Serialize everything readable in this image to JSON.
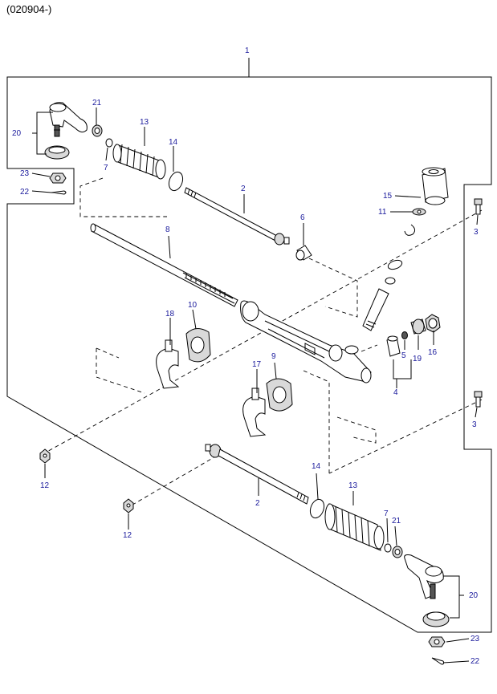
{
  "header": {
    "code": "(020904-)"
  },
  "callouts": {
    "c1": "1",
    "c2a": "2",
    "c2b": "2",
    "c3a": "3",
    "c3b": "3",
    "c4": "4",
    "c5": "5",
    "c6": "6",
    "c7a": "7",
    "c7b": "7",
    "c8": "8",
    "c9": "9",
    "c10": "10",
    "c11": "11",
    "c12a": "12",
    "c12b": "12",
    "c13a": "13",
    "c13b": "13",
    "c14a": "14",
    "c14b": "14",
    "c15": "15",
    "c16": "16",
    "c17": "17",
    "c18": "18",
    "c19": "19",
    "c20a": "20",
    "c20b": "20",
    "c21a": "21",
    "c21b": "21",
    "c22a": "22",
    "c22b": "22",
    "c23a": "23",
    "c23b": "23"
  },
  "colors": {
    "callout": "#1a1a9c",
    "line": "#000000",
    "background": "#ffffff"
  }
}
